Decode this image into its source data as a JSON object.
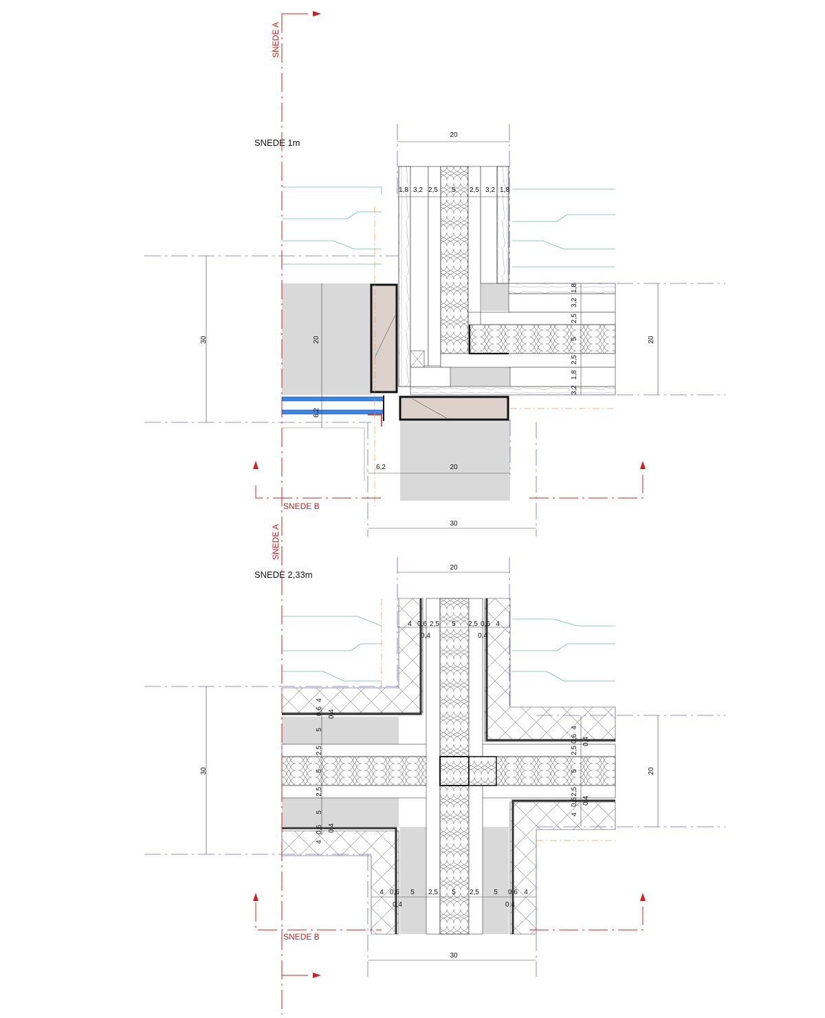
{
  "sections": {
    "top_title": "SNEDE 1m",
    "bottom_title": "SNEDE 2,33m",
    "cut_a": "SNEDE A",
    "cut_b": "SNEDE B"
  },
  "colors": {
    "cut_line": "#d91c1c",
    "axis_line": "#6a6ad9",
    "concrete_fill": "#d9d9d9",
    "insulation_fill": "#ffffff",
    "timber_fill": "#dcd2cb",
    "glazing": "#3a86e8",
    "terrain_line": "#6fb8a6",
    "orange_axis": "#f09a50"
  },
  "dims_top": {
    "wall_width": "20",
    "layers": [
      "1,8",
      "3,2",
      "2,5",
      "5",
      "2,5",
      "3,2",
      "1,8"
    ],
    "left_height": "30",
    "slab": "20",
    "right_layers": [
      "1,8",
      "3,2",
      "2,5",
      "5",
      "2,5",
      "1,8",
      "3,2"
    ],
    "right_height": "20",
    "frame": "6,2",
    "frame_bottom": "6,2",
    "lower_wall": "20",
    "overall": "30"
  },
  "dims_bottom": {
    "wall_width": "20",
    "top_layers": [
      "4",
      "0,6",
      "2,5",
      "5",
      "2,5",
      "0,6",
      "4"
    ],
    "top_sub": [
      "0,4",
      "0,4"
    ],
    "left_height": "30",
    "left_layers": [
      "4",
      "0,6",
      "5",
      "2,5",
      "5",
      "2,5",
      "5",
      "0,6",
      "4"
    ],
    "left_sub": [
      "0,4",
      "0,4"
    ],
    "right_layers": [
      "4",
      "0,6",
      "2,5",
      "5",
      "2,5",
      "0,6",
      "4"
    ],
    "right_sub": [
      "0,4",
      "0,4"
    ],
    "right_height": "20",
    "bottom_layers": [
      "4",
      "0,6",
      "5",
      "2,5",
      "5",
      "2,5",
      "5",
      "0,6",
      "4"
    ],
    "bottom_sub": [
      "0,4",
      "0,4"
    ],
    "overall": "30"
  }
}
